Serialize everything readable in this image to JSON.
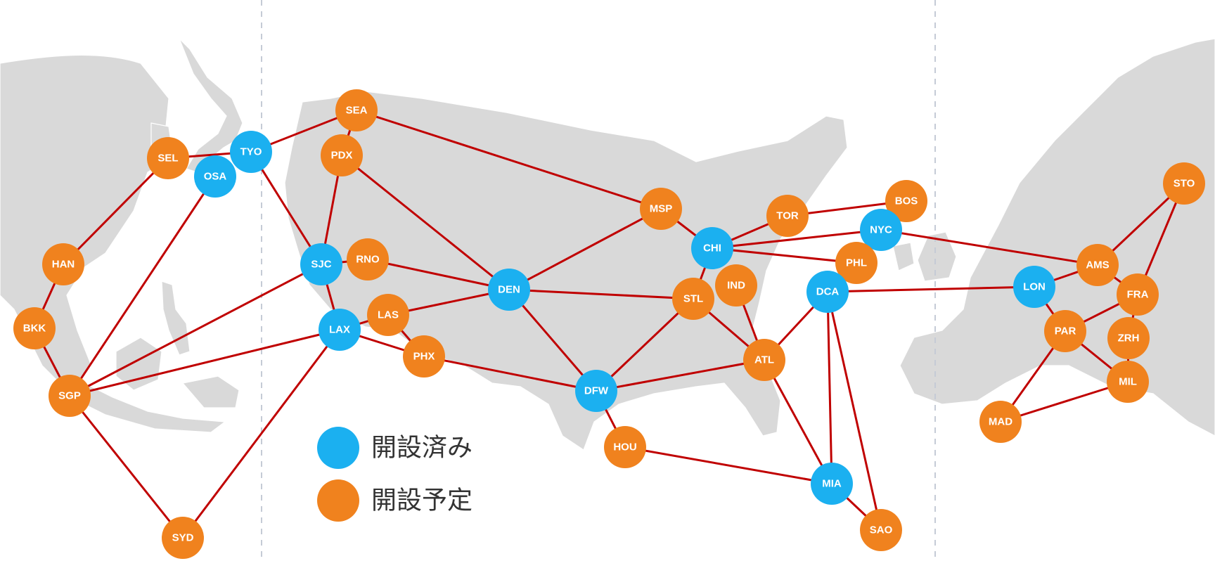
{
  "colors": {
    "open": "#1bb0f0",
    "planned": "#f0821e",
    "route": "#c00000",
    "land": "#d9d9d9"
  },
  "legend": {
    "open_label": "開設済み",
    "planned_label": "開設予定"
  },
  "locations": [
    {
      "code": "SEL",
      "status": "planned"
    },
    {
      "code": "TYO",
      "status": "open"
    },
    {
      "code": "OSA",
      "status": "open"
    },
    {
      "code": "HAN",
      "status": "planned"
    },
    {
      "code": "BKK",
      "status": "planned"
    },
    {
      "code": "SGP",
      "status": "planned"
    },
    {
      "code": "SYD",
      "status": "planned"
    },
    {
      "code": "SEA",
      "status": "planned"
    },
    {
      "code": "PDX",
      "status": "planned"
    },
    {
      "code": "SJC",
      "status": "open"
    },
    {
      "code": "RNO",
      "status": "planned"
    },
    {
      "code": "LAX",
      "status": "open"
    },
    {
      "code": "LAS",
      "status": "planned"
    },
    {
      "code": "PHX",
      "status": "planned"
    },
    {
      "code": "DEN",
      "status": "open"
    },
    {
      "code": "DFW",
      "status": "open"
    },
    {
      "code": "HOU",
      "status": "planned"
    },
    {
      "code": "MSP",
      "status": "planned"
    },
    {
      "code": "CHI",
      "status": "open"
    },
    {
      "code": "STL",
      "status": "planned"
    },
    {
      "code": "IND",
      "status": "planned"
    },
    {
      "code": "ATL",
      "status": "planned"
    },
    {
      "code": "TOR",
      "status": "planned"
    },
    {
      "code": "BOS",
      "status": "planned"
    },
    {
      "code": "NYC",
      "status": "open"
    },
    {
      "code": "PHL",
      "status": "planned"
    },
    {
      "code": "DCA",
      "status": "open"
    },
    {
      "code": "MIA",
      "status": "open"
    },
    {
      "code": "SAO",
      "status": "planned"
    },
    {
      "code": "LON",
      "status": "open"
    },
    {
      "code": "AMS",
      "status": "planned"
    },
    {
      "code": "FRA",
      "status": "planned"
    },
    {
      "code": "PAR",
      "status": "planned"
    },
    {
      "code": "ZRH",
      "status": "planned"
    },
    {
      "code": "MIL",
      "status": "planned"
    },
    {
      "code": "MAD",
      "status": "planned"
    },
    {
      "code": "STO",
      "status": "planned"
    }
  ],
  "routes": [
    [
      "SEL",
      "TYO"
    ],
    [
      "TYO",
      "SEA"
    ],
    [
      "TYO",
      "SJC"
    ],
    [
      "SEL",
      "HAN"
    ],
    [
      "HAN",
      "BKK"
    ],
    [
      "BKK",
      "SGP"
    ],
    [
      "OSA",
      "SGP"
    ],
    [
      "SGP",
      "SJC"
    ],
    [
      "SGP",
      "LAX"
    ],
    [
      "SGP",
      "SYD"
    ],
    [
      "SYD",
      "LAX"
    ],
    [
      "SEA",
      "MSP"
    ],
    [
      "SEA",
      "PDX"
    ],
    [
      "PDX",
      "SJC"
    ],
    [
      "PDX",
      "DEN"
    ],
    [
      "SJC",
      "RNO"
    ],
    [
      "RNO",
      "DEN"
    ],
    [
      "SJC",
      "LAX"
    ],
    [
      "LAX",
      "LAS"
    ],
    [
      "LAS",
      "DEN"
    ],
    [
      "LAS",
      "PHX"
    ],
    [
      "LAX",
      "PHX"
    ],
    [
      "PHX",
      "DFW"
    ],
    [
      "DEN",
      "MSP"
    ],
    [
      "DEN",
      "STL"
    ],
    [
      "DEN",
      "DFW"
    ],
    [
      "DFW",
      "HOU"
    ],
    [
      "DFW",
      "STL"
    ],
    [
      "DFW",
      "ATL"
    ],
    [
      "MSP",
      "CHI"
    ],
    [
      "CHI",
      "TOR"
    ],
    [
      "CHI",
      "NYC"
    ],
    [
      "CHI",
      "PHL"
    ],
    [
      "CHI",
      "STL"
    ],
    [
      "TOR",
      "BOS"
    ],
    [
      "BOS",
      "NYC"
    ],
    [
      "STL",
      "ATL"
    ],
    [
      "IND",
      "ATL"
    ],
    [
      "ATL",
      "DCA"
    ],
    [
      "ATL",
      "MIA"
    ],
    [
      "DCA",
      "MIA"
    ],
    [
      "DCA",
      "SAO"
    ],
    [
      "MIA",
      "SAO"
    ],
    [
      "HOU",
      "MIA"
    ],
    [
      "DCA",
      "LON"
    ],
    [
      "NYC",
      "AMS"
    ],
    [
      "LON",
      "AMS"
    ],
    [
      "LON",
      "PAR"
    ],
    [
      "AMS",
      "FRA"
    ],
    [
      "AMS",
      "STO"
    ],
    [
      "STO",
      "FRA"
    ],
    [
      "PAR",
      "FRA"
    ],
    [
      "PAR",
      "MIL"
    ],
    [
      "PAR",
      "MAD"
    ],
    [
      "MAD",
      "MIL"
    ],
    [
      "FRA",
      "ZRH"
    ],
    [
      "ZRH",
      "MIL"
    ]
  ]
}
